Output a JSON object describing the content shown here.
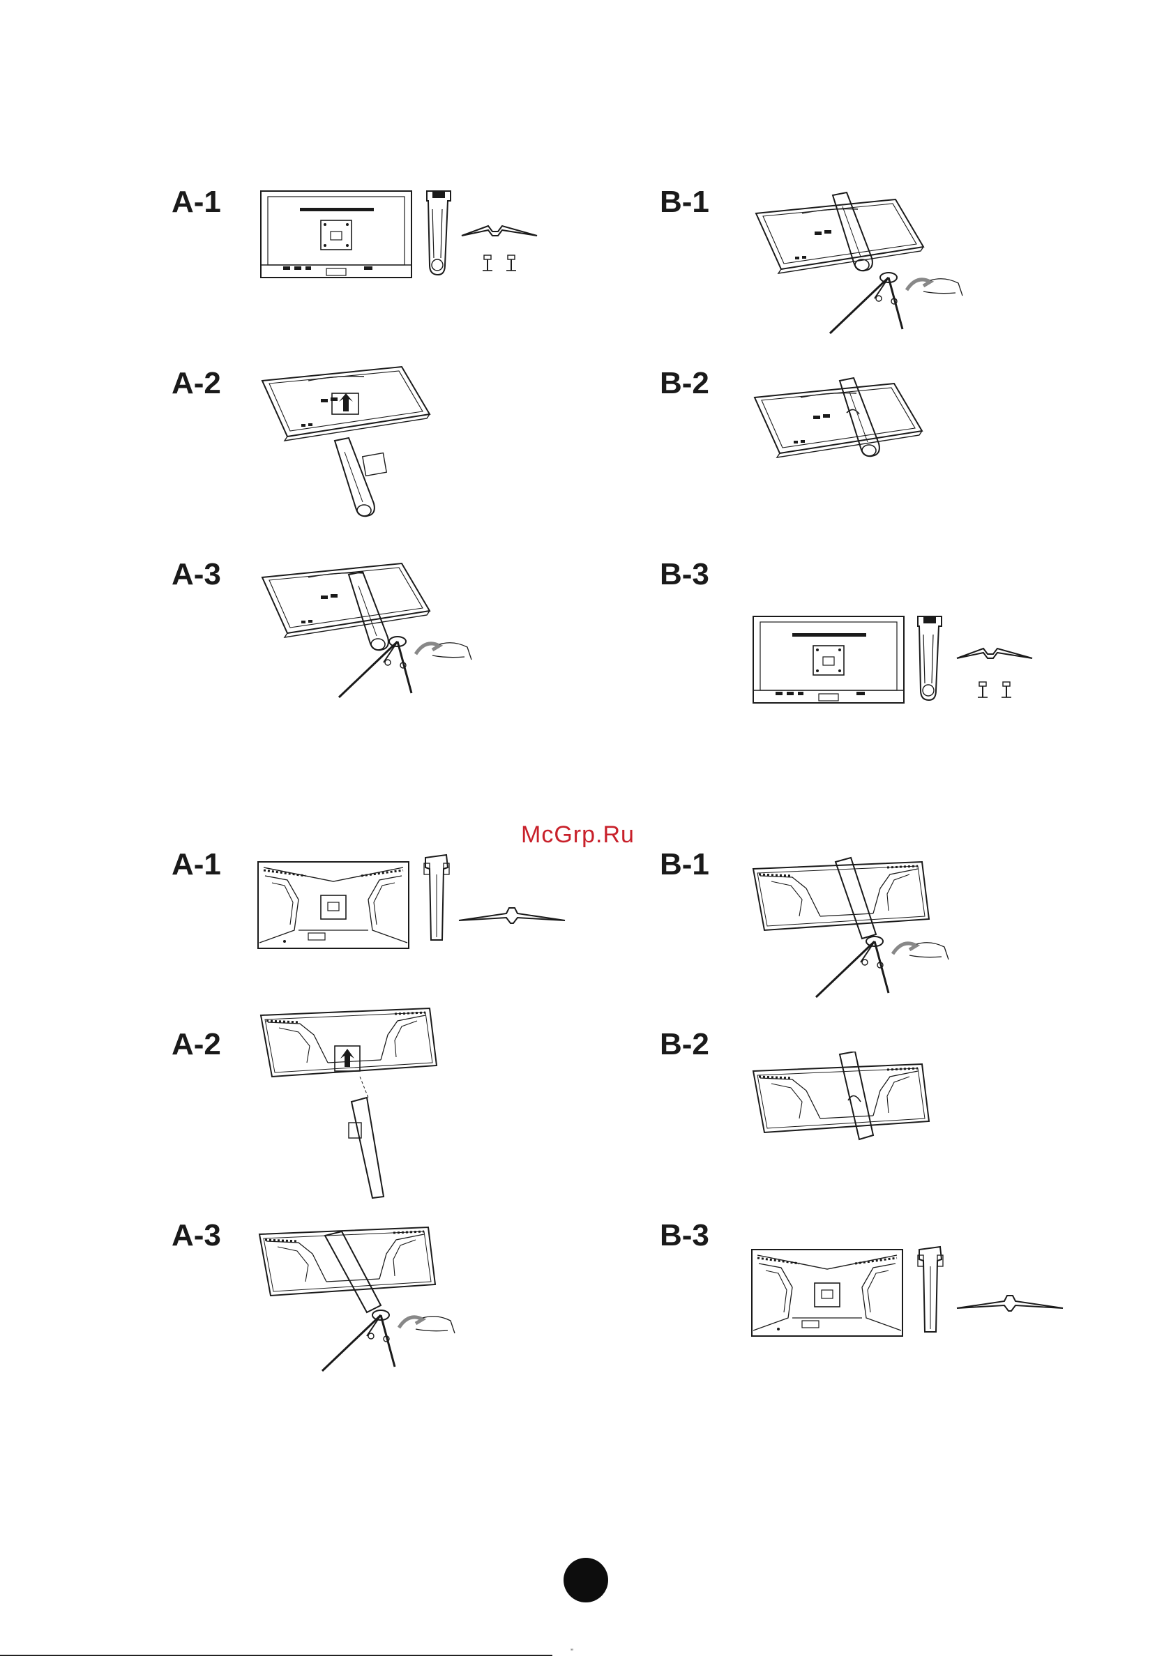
{
  "watermark": "McGrp.Ru",
  "footer_mark": "”",
  "set1": {
    "a1": "A-1",
    "a2": "A-2",
    "a3": "A-3",
    "b1": "B-1",
    "b2": "B-2",
    "b3": "B-3"
  },
  "set2": {
    "a1": "A-1",
    "a2": "A-2",
    "a3": "A-3",
    "b1": "B-1",
    "b2": "B-2",
    "b3": "B-3"
  },
  "colors": {
    "ink": "#1a1a1a",
    "watermark": "#c8202a",
    "arrow_gray": "#888888"
  }
}
